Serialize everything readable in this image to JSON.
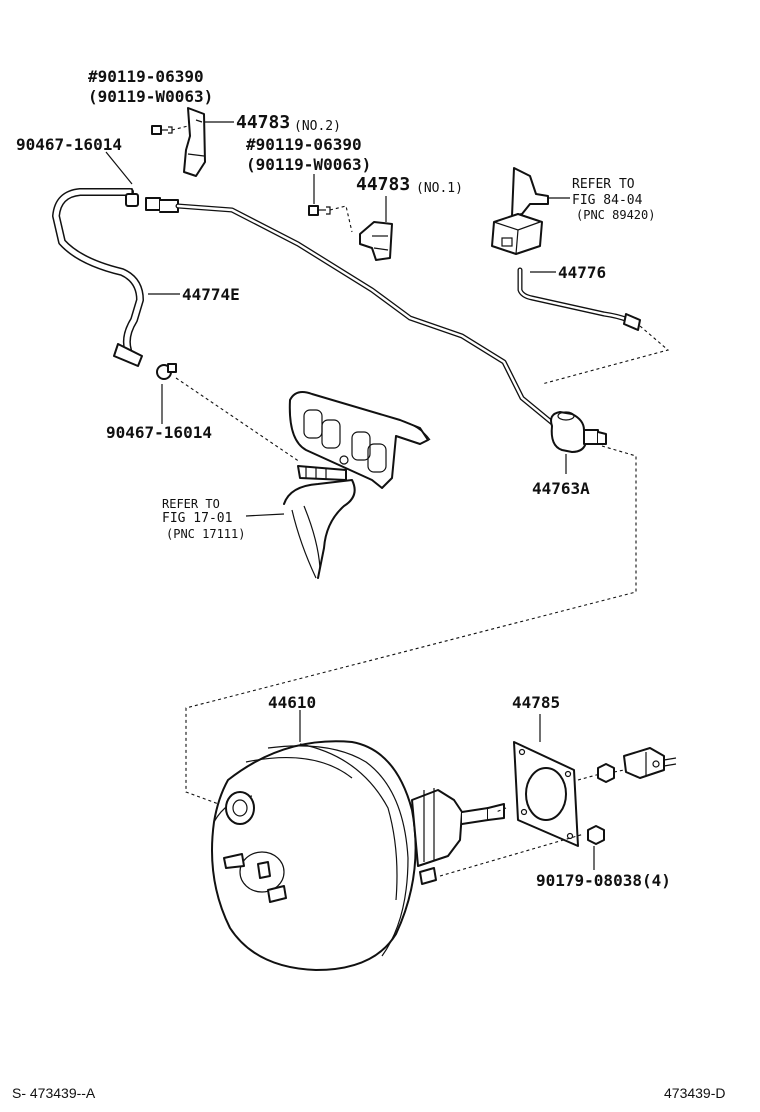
{
  "labels": {
    "clip_bolt_a": "#90119-06390",
    "clip_bolt_a_alt": "(90119-W0063)",
    "bracket_no2_pn": "44783",
    "bracket_no2_suffix": "(NO.2)",
    "hose_clamp_top": "90467-16014",
    "clip_bolt_b": "#90119-06390",
    "clip_bolt_b_alt": "(90119-W0063)",
    "bracket_no1_pn": "44783",
    "bracket_no1_suffix": "(NO.1)",
    "refer_top_1": "REFER TO",
    "refer_top_2": "FIG 84-04",
    "refer_top_3": "(PNC 89420)",
    "hose_44776": "44776",
    "hose_44774e": "44774E",
    "hose_clamp_bottom": "90467-16014",
    "refer_mid_1": "REFER TO",
    "refer_mid_2": "FIG 17-01",
    "refer_mid_3": "(PNC 17111)",
    "check_valve": "44763A",
    "booster": "44610",
    "gasket": "44785",
    "nut": "90179-08038(4)",
    "footer_left": "S- 473439--A",
    "footer_right": "473439-D"
  }
}
